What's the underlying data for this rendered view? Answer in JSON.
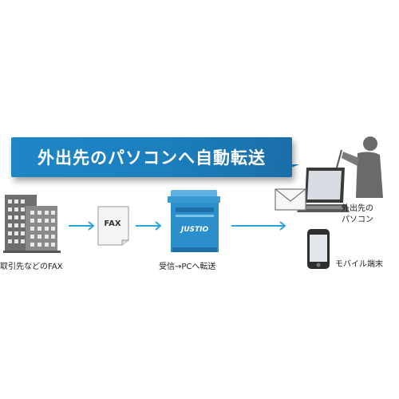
{
  "banner": {
    "text": "外出先のパソコンへ自動転送"
  },
  "source": {
    "label": "取引先などのFAX"
  },
  "fax_document": {
    "text": "FAX"
  },
  "device": {
    "logo": "JUSTIO",
    "label": "受信→PCへ転送"
  },
  "destinations": {
    "pc_label_line1": "外出先の",
    "pc_label_line2": "パソコン",
    "mobile_label": "モバイル端末"
  },
  "colors": {
    "accent": "#1f86c6",
    "arrow": "#2aa6d6",
    "device_blue": "#2b8fcd"
  }
}
